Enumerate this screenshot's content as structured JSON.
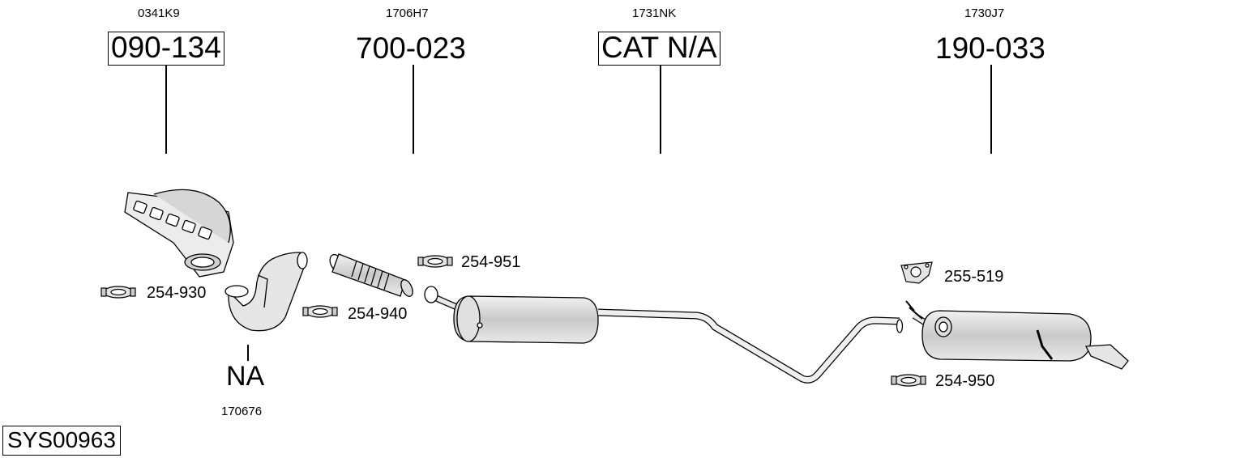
{
  "parts": [
    {
      "ref": "0341K9",
      "code": "090-134",
      "boxed": true
    },
    {
      "ref": "1706H7",
      "code": "700-023",
      "boxed": false
    },
    {
      "ref": "1731NK",
      "code": "CAT N/A",
      "boxed": true
    },
    {
      "ref": "1730J7",
      "code": "190-033",
      "boxed": false
    }
  ],
  "pipe_part": {
    "code": "NA",
    "ref": "170676"
  },
  "hardware": {
    "clamp_254_951": "254-951",
    "clamp_254_930": "254-930",
    "clamp_254_940": "254-940",
    "hanger_255_519": "255-519",
    "clamp_254_950": "254-950"
  },
  "system_id": "SYS00963"
}
